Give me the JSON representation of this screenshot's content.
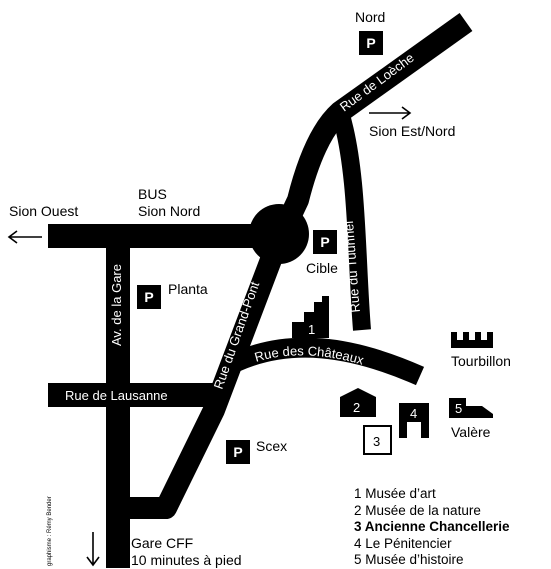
{
  "map": {
    "labels": {
      "nord": "Nord",
      "sion_est_nord": "Sion Est/Nord",
      "sion_ouest": "Sion Ouest",
      "bus_line1": "BUS",
      "bus_line2": "Sion Nord",
      "planta": "Planta",
      "cible": "Cible",
      "scex": "Scex",
      "tourbillon": "Tourbillon",
      "valere": "Valère",
      "gare_line1": "Gare CFF",
      "gare_line2": "10 minutes à pied",
      "credit": "graphisme : Rémy Bender"
    },
    "roads": {
      "rue_de_loeche": "Rue de Loèche",
      "rue_du_tuunnel": "Rue du Tuunnel",
      "av_de_la_gare": "Av. de la Gare",
      "rue_du_grand_pont": "Rue du Grand-Pont",
      "rue_des_chateaux": "Rue des Châteaux",
      "rue_de_lausanne": "Rue de Lausanne"
    },
    "parking_symbol": "P",
    "markers": [
      "1",
      "2",
      "3",
      "4",
      "5"
    ],
    "colors": {
      "ink": "#000000",
      "paper": "#ffffff"
    }
  },
  "legend": [
    {
      "text": "1 Musée d’art",
      "emphasis": false
    },
    {
      "text": "2 Musée de la nature",
      "emphasis": false
    },
    {
      "text": "3 Ancienne Chancellerie",
      "emphasis": true
    },
    {
      "text": "4 Le Pénitencier",
      "emphasis": false
    },
    {
      "text": "5 Musée d’histoire",
      "emphasis": false
    }
  ]
}
